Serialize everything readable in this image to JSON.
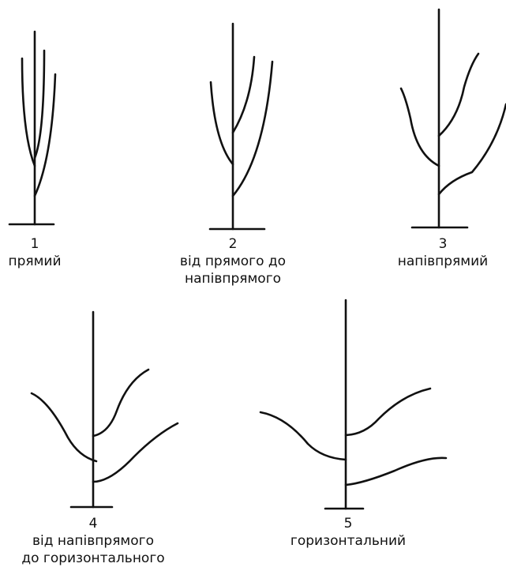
{
  "figures": [
    {
      "number": "1",
      "label_lines": [
        "прямий"
      ]
    },
    {
      "number": "2",
      "label_lines": [
        "від прямого до",
        "напівпрямого"
      ]
    },
    {
      "number": "3",
      "label_lines": [
        "напівпрямий"
      ]
    },
    {
      "number": "4",
      "label_lines": [
        "від напівпрямого",
        "до горизонтального"
      ]
    },
    {
      "number": "5",
      "label_lines": [
        "горизонтальний"
      ]
    }
  ]
}
